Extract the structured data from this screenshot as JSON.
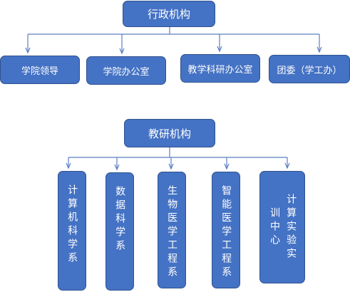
{
  "top_a": {
    "label": "行政机构"
  },
  "admin_children": [
    {
      "label": "学院领导"
    },
    {
      "label": "学院办公室"
    },
    {
      "label": "教学科研办公室"
    },
    {
      "label": "团委（学工办）"
    }
  ],
  "top_b": {
    "label": "教研机构"
  },
  "teaching_children": [
    {
      "label": "计算机科学系"
    },
    {
      "label": "数据科学系"
    },
    {
      "label": "生物医学工程系"
    },
    {
      "label": "智能医学工程系"
    },
    {
      "label": "计算实验实训中心"
    }
  ],
  "colors": {
    "box_fill": "#4472c4",
    "box_border": "#2f528f",
    "connector": "#5b7fc4",
    "text": "#ffffff"
  }
}
